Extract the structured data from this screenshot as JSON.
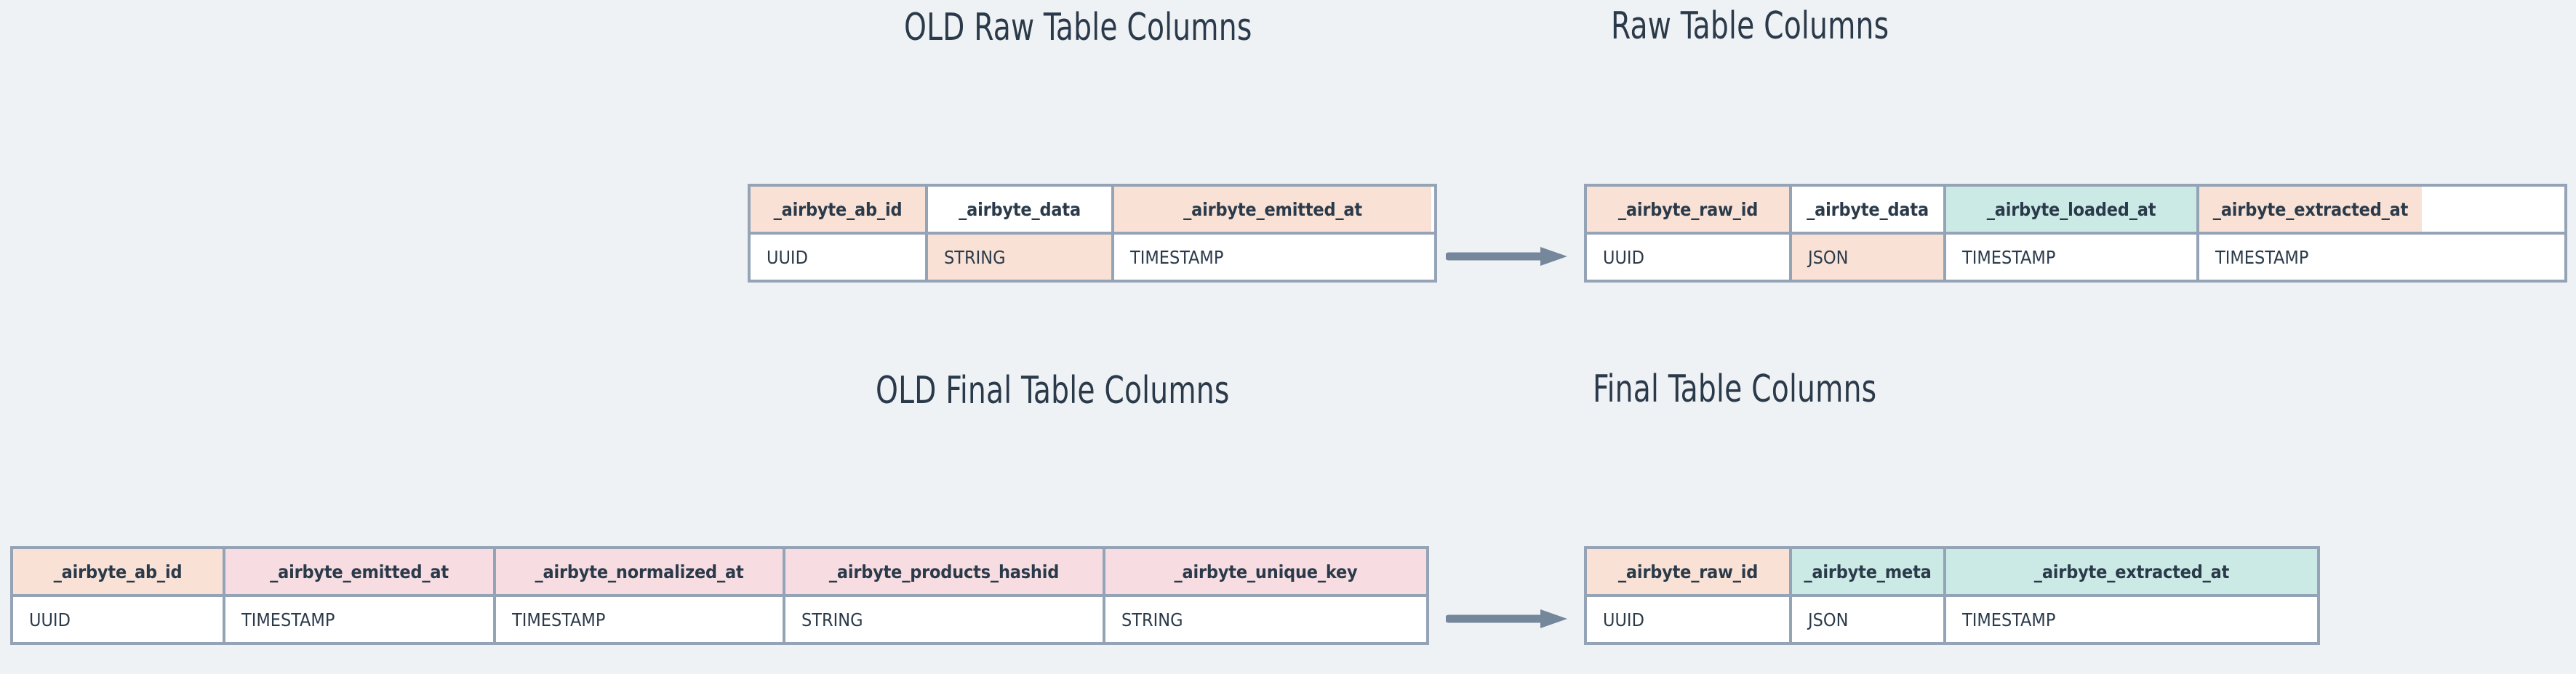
{
  "background_color": "#eff2f5",
  "palette": {
    "border": "#94a3b5",
    "peach": "#f9e2d5",
    "teal": "#cbeae6",
    "pink": "#f7dde1",
    "white": "#ffffff",
    "text": "#2b3a4a",
    "arrow": "#74879b"
  },
  "diagrams": [
    {
      "id": "raw",
      "old_title": "OLD Raw Table Columns",
      "new_title": "Raw Table Columns",
      "arrow_icon": "right-arrow-icon",
      "old_table": {
        "columns": [
          {
            "name": "_airbyte_ab_id",
            "type": "UUID",
            "header_fill": "peach",
            "type_fill": "white"
          },
          {
            "name": "_airbyte_data",
            "type": "STRING",
            "header_fill": "white",
            "type_fill": "peach"
          },
          {
            "name": "_airbyte_emitted_at",
            "type": "TIMESTAMP",
            "header_fill": "peach",
            "type_fill": "white"
          }
        ]
      },
      "new_table": {
        "columns": [
          {
            "name": "_airbyte_raw_id",
            "type": "UUID",
            "header_fill": "peach",
            "type_fill": "white"
          },
          {
            "name": "_airbyte_data",
            "type": "JSON",
            "header_fill": "white",
            "type_fill": "peach"
          },
          {
            "name": "_airbyte_loaded_at",
            "type": "TIMESTAMP",
            "header_fill": "teal",
            "type_fill": "white"
          },
          {
            "name": "_airbyte_extracted_at",
            "type": "TIMESTAMP",
            "header_fill": "peach",
            "type_fill": "white"
          }
        ]
      }
    },
    {
      "id": "final",
      "old_title": "OLD Final Table Columns",
      "new_title": "Final Table Columns",
      "arrow_icon": "right-arrow-icon",
      "old_table": {
        "columns": [
          {
            "name": "_airbyte_ab_id",
            "type": "UUID",
            "header_fill": "peach",
            "type_fill": "white"
          },
          {
            "name": "_airbyte_emitted_at",
            "type": "TIMESTAMP",
            "header_fill": "pink",
            "type_fill": "white"
          },
          {
            "name": "_airbyte_normalized_at",
            "type": "TIMESTAMP",
            "header_fill": "pink",
            "type_fill": "white"
          },
          {
            "name": "_airbyte_products_hashid",
            "type": "STRING",
            "header_fill": "pink",
            "type_fill": "white"
          },
          {
            "name": "_airbyte_unique_key",
            "type": "STRING",
            "header_fill": "pink",
            "type_fill": "white"
          }
        ]
      },
      "new_table": {
        "columns": [
          {
            "name": "_airbyte_raw_id",
            "type": "UUID",
            "header_fill": "peach",
            "type_fill": "white"
          },
          {
            "name": "_airbyte_meta",
            "type": "JSON",
            "header_fill": "teal",
            "type_fill": "white"
          },
          {
            "name": "_airbyte_extracted_at",
            "type": "TIMESTAMP",
            "header_fill": "teal",
            "type_fill": "white"
          }
        ]
      }
    }
  ]
}
